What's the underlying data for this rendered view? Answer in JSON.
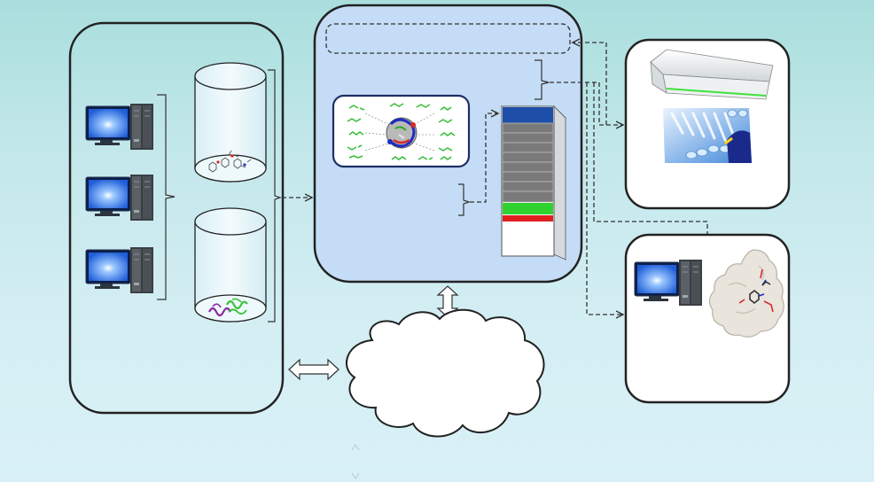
{
  "colors": {
    "background_top": "#a9dedd",
    "background_bottom": "#d9f1f6",
    "panel_outline": "#222222",
    "center_panel_fill": "#c4dcf5",
    "monitor_screen": "#1f5ed8",
    "rack_top": "#1d4fa8",
    "rack_green": "#2fd12f",
    "rack_red": "#e02020",
    "rack_slot": "#7a7a7a",
    "connector": "#333333"
  },
  "icons": {
    "workstation": "desktop-computer-icon",
    "database": "database-cylinder-icon",
    "cloud": "cloud-icon",
    "rack": "server-rack-icon",
    "robot": "liquid-handler-robot-icon",
    "protein": "protein-surface-icon"
  },
  "diagram": {
    "workstation_count": 3,
    "database_count": 2,
    "rack_slot_count": 8
  }
}
